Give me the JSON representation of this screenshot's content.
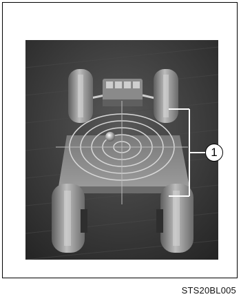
{
  "figure": {
    "callout_label": "1",
    "code": "STS20BL005"
  },
  "colors": {
    "background": "#3a3a3a",
    "board": "#8d8d8d",
    "tire": "#9a9a9a",
    "rings": "#d8d8d8",
    "bracket": "#ffffff"
  },
  "icons": {
    "callout": "numbered-circle",
    "target": "concentric-rings-crosshair"
  }
}
